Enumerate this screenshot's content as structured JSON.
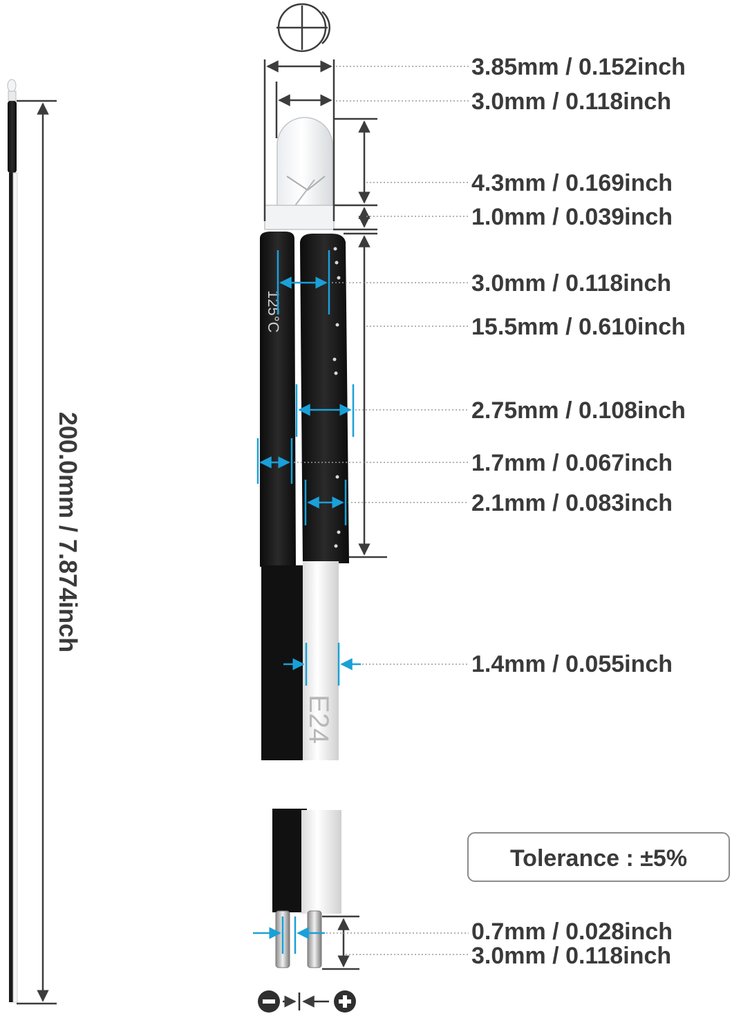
{
  "dimensions": {
    "lens_outer_diameter": "3.85mm / 0.152inch",
    "lens_diameter": "3.0mm / 0.118inch",
    "lens_height": "4.3mm / 0.169inch",
    "flange_height": "1.0mm / 0.039inch",
    "sleeve_gap": "3.0mm / 0.118inch",
    "sleeve_length": "15.5mm / 0.610inch",
    "sleeve_width": "2.75mm / 0.108inch",
    "wire_sleeve_a": "1.7mm / 0.067inch",
    "wire_sleeve_b": "2.1mm / 0.083inch",
    "wire_diameter": "1.4mm / 0.055inch",
    "pin_width": "0.7mm / 0.028inch",
    "pin_length": "3.0mm / 0.118inch",
    "total_length": "200.0mm / 7.874inch"
  },
  "wire_print": "E24",
  "tolerance": "Tolerance : ±5%",
  "icons": {
    "negative": "minus-circle-icon",
    "positive": "plus-circle-icon",
    "polarity_arrow": "arrow-icon",
    "top_view": "led-top-view-icon"
  },
  "colors": {
    "dimension_line": "#3c3c3c",
    "accent_arrow": "#1aa0d8",
    "sleeve": "#151515",
    "wire_white": "#f4f4f4",
    "text": "#3a3a3a"
  }
}
